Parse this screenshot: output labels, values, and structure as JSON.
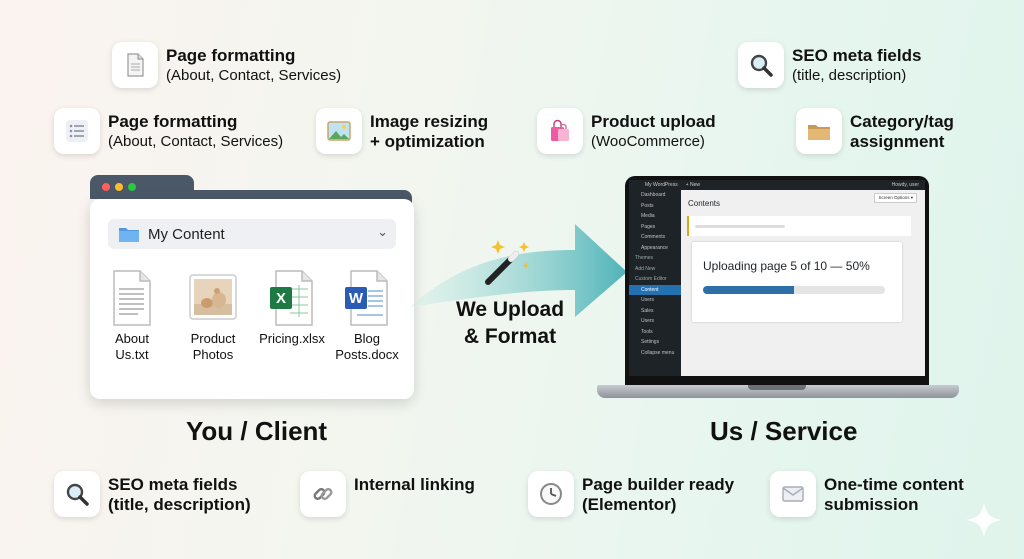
{
  "features": {
    "top_left_1": {
      "title": "Page formatting",
      "sub": "(About, Contact, Services)",
      "icon": "document-icon"
    },
    "top_left_2": {
      "title": "Page formatting",
      "sub": "(About, Contact, Services)",
      "icon": "list-icon"
    },
    "image_resize": {
      "title": "Image resizing",
      "sub": "+ optimization",
      "icon": "image-icon"
    },
    "product_upload": {
      "title": "Product upload",
      "sub": "(WooCommerce)",
      "icon": "shopping-bag-icon"
    },
    "seo_top": {
      "title": "SEO meta fields",
      "sub": "(title, description)",
      "icon": "magnifier-icon"
    },
    "category_tag": {
      "title": "Category/tag",
      "sub": "assignment",
      "icon": "folder-icon"
    },
    "seo_bottom": {
      "title": "SEO meta fields",
      "sub": "(title, description)",
      "icon": "magnifier-icon"
    },
    "internal_linking": {
      "title": "Internal linking",
      "icon": "link-icon"
    },
    "page_builder": {
      "title": "Page builder ready",
      "sub": "(Elementor)",
      "icon": "clock-icon"
    },
    "one_time": {
      "title": "One-time content",
      "sub": "submission",
      "icon": "envelope-icon"
    }
  },
  "folder": {
    "title": "My Content",
    "files": [
      {
        "name": "About\nUs.txt",
        "icon": "text-file-icon"
      },
      {
        "name": "Product\nPhotos",
        "icon": "photo-icon"
      },
      {
        "name": "Pricing.xlsx",
        "icon": "excel-icon"
      },
      {
        "name": "Blog\nPosts.docx",
        "icon": "word-icon"
      }
    ]
  },
  "labels": {
    "client": "You / Client",
    "service": "Us / Service",
    "process_line1": "We Upload",
    "process_line2": "& Format"
  },
  "wordpress": {
    "site_name": "My WordPress",
    "new_label": "+ New",
    "user_label": "Howdy, user",
    "screen_options": "Screen Options ▾",
    "page_title": "Contents",
    "upload_status": "Uploading page 5 of 10 — 50%",
    "progress": 0.5,
    "menu": [
      "Dashboard",
      "Posts",
      "Media",
      "Pages",
      "Comments",
      "Appearance",
      "Themes",
      "Add New",
      "Custom Editor",
      "Content",
      "Users",
      "Sales",
      "Users",
      "Tools",
      "Settings",
      "Collapse menu"
    ]
  },
  "colors": {
    "accent_blue": "#2f6fa8",
    "arrow_teal": "#5bbcc0",
    "wp_dark": "#1d2327"
  }
}
